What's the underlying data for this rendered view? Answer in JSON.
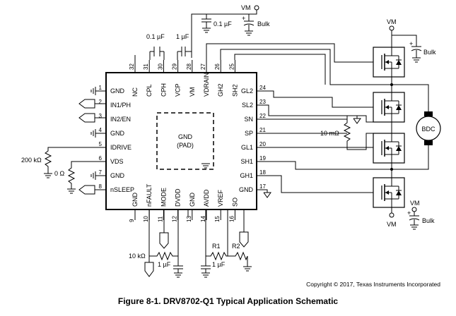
{
  "ic": {
    "center_label_1": "GND",
    "center_label_2": "(PAD)",
    "left_pins": [
      {
        "num": "1",
        "name": "GND"
      },
      {
        "num": "2",
        "name": "IN1/PH"
      },
      {
        "num": "3",
        "name": "IN2/EN"
      },
      {
        "num": "4",
        "name": "GND"
      },
      {
        "num": "5",
        "name": "IDRIVE"
      },
      {
        "num": "6",
        "name": "VDS"
      },
      {
        "num": "7",
        "name": "GND"
      },
      {
        "num": "8",
        "name": "nSLEEP"
      }
    ],
    "bottom_pins": [
      {
        "num": "9",
        "name": "GND"
      },
      {
        "num": "10",
        "name": "nFAULT"
      },
      {
        "num": "11",
        "name": "MODE"
      },
      {
        "num": "12",
        "name": "DVDD"
      },
      {
        "num": "13",
        "name": "GND"
      },
      {
        "num": "14",
        "name": "AVDD"
      },
      {
        "num": "15",
        "name": "VREF"
      },
      {
        "num": "16",
        "name": "SO"
      }
    ],
    "right_pins": [
      {
        "num": "24",
        "name": "GL2"
      },
      {
        "num": "23",
        "name": "SL2"
      },
      {
        "num": "22",
        "name": "SN"
      },
      {
        "num": "21",
        "name": "SP"
      },
      {
        "num": "20",
        "name": "GL1"
      },
      {
        "num": "19",
        "name": "SH1"
      },
      {
        "num": "18",
        "name": "GH1"
      },
      {
        "num": "17",
        "name": "GND"
      }
    ],
    "top_pins": [
      {
        "num": "32",
        "name": "NC"
      },
      {
        "num": "31",
        "name": "CPL"
      },
      {
        "num": "30",
        "name": "CPH"
      },
      {
        "num": "29",
        "name": "VCP"
      },
      {
        "num": "28",
        "name": "VM"
      },
      {
        "num": "27",
        "name": "VDRAIN"
      },
      {
        "num": "26",
        "name": "GH2"
      },
      {
        "num": "25",
        "name": "SH2"
      }
    ]
  },
  "labels": {
    "vm_top": "VM",
    "vm_right_top": "VM",
    "vm_bottom": "VM",
    "vm_right_bottom": "VM",
    "cap_top": "0.1 µF",
    "bulk_top": "Bulk",
    "bulk_right_top": "Bulk",
    "bulk_right_bottom": "Bulk",
    "cap_cpl": "0.1 µF",
    "cap_vcp": "1 µF",
    "res_idrive": "200 kΩ",
    "res_vds": "0 Ω",
    "res_sense": "10 mΩ",
    "res_nfault": "10 kΩ",
    "cap_dvdd": "1 µF",
    "cap_avdd": "1 µF",
    "res_r1": "R1",
    "res_r2": "R2",
    "motor": "BDC",
    "plus": "+"
  },
  "copyright": "Copyright © 2017, Texas Instruments Incorporated",
  "caption": "Figure 8-1. DRV8702-Q1 Typical Application Schematic"
}
